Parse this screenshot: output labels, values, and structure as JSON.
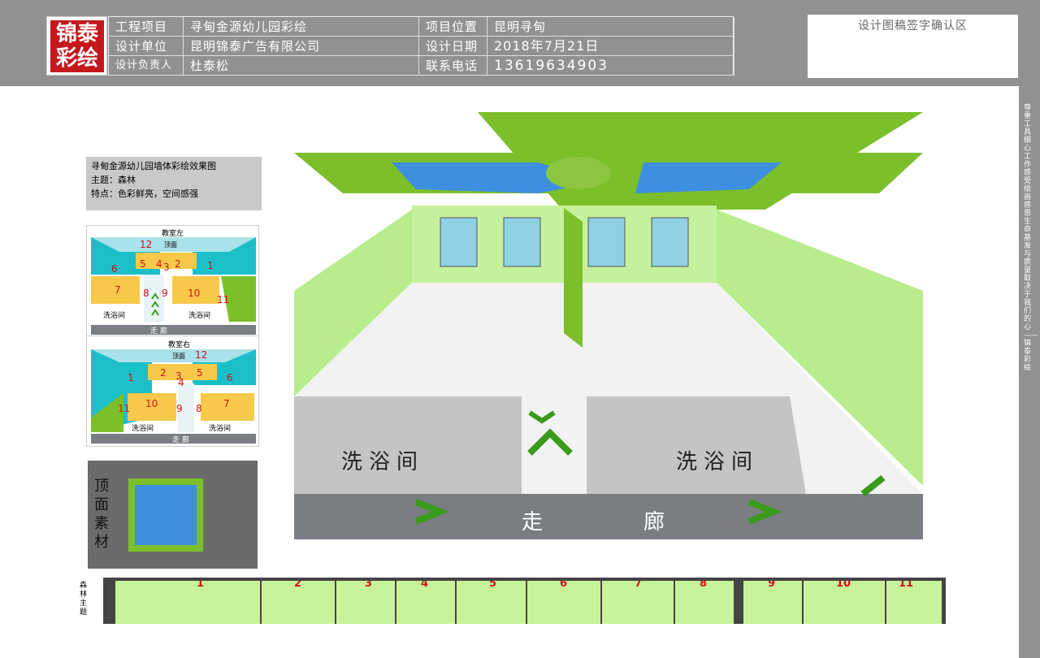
{
  "logo": {
    "line1": "锦泰",
    "line2": "彩绘"
  },
  "info": {
    "project_label": "工程项目",
    "project": "寻甸金源幼儿园彩绘",
    "location_label": "项目位置",
    "location": "昆明寻甸",
    "unit_label": "设计单位",
    "unit": "昆明锦泰广告有限公司",
    "date_label": "设计日期",
    "date": "2018年7月21日",
    "lead_label": "设计负责人",
    "lead": "杜泰松",
    "phone_label": "联系电话",
    "phone": "13619634903"
  },
  "confirm_title": "设计图稿签字确认区",
  "side_text": "尊重工具 细心工作 感受绘画 感恩生命 基准与质量取决于我们的心——锦泰彩绘",
  "description": {
    "line1": "寻甸金源幼儿园墙体彩绘效果图",
    "line2": "主题：森林",
    "line3": "特点：色彩鲜亮，空间感强"
  },
  "plan_left": {
    "title": "教室左",
    "ceiling": "顶面",
    "bath_left": "洗浴间",
    "bath_right": "洗浴间",
    "corridor": "走 廊",
    "numbers": [
      "12",
      "5",
      "4",
      "3",
      "2",
      "6",
      "1",
      "7",
      "8",
      "9",
      "10",
      "11"
    ]
  },
  "plan_right": {
    "title": "教室右",
    "ceiling": "顶面",
    "bath_left": "洗浴间",
    "bath_right": "洗浴间",
    "corridor": "走 廊",
    "numbers": [
      "12",
      "2",
      "3",
      "4",
      "5",
      "1",
      "6",
      "11",
      "10",
      "9",
      "8",
      "7"
    ]
  },
  "scene": {
    "bath_left": "洗浴间",
    "bath_right": "洗浴间",
    "corridor_a": "走",
    "corridor_b": "廊"
  },
  "top_material": "顶面素材",
  "strip": {
    "theme": "森林主题",
    "panels": [
      "1",
      "2",
      "3",
      "4",
      "5",
      "6",
      "7",
      "8",
      "9",
      "10",
      "11"
    ]
  },
  "colors": {
    "accent_red": "#c5181d",
    "grass": "#7bbf2a",
    "wall": "#c6f19c",
    "gray": "#919191",
    "floor_gray": "#c4c4c4",
    "corridor": "#7a7e82",
    "cyan": "#1bbfc8",
    "yellow": "#f7c94a"
  }
}
